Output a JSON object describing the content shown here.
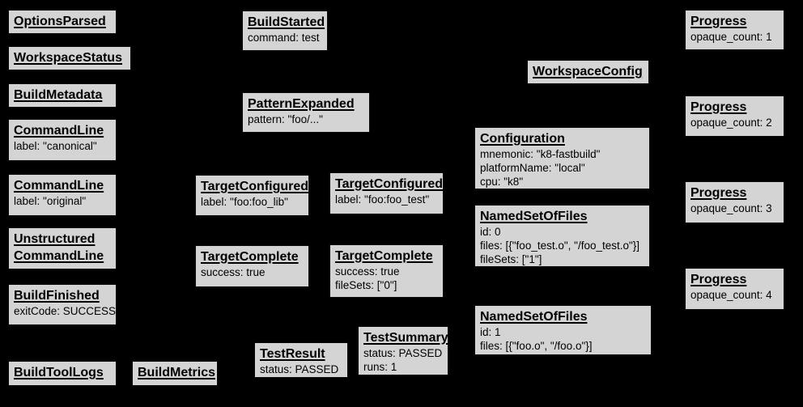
{
  "canvas": {
    "background_color": "#000000",
    "node_fill_color": "#d4d4d4",
    "node_border_color": "#0a0a0a",
    "text_color": "#000000"
  },
  "nodes": [
    {
      "title": "OptionsParsed",
      "lines": []
    },
    {
      "title": "WorkspaceStatus",
      "lines": []
    },
    {
      "title": "BuildMetadata",
      "lines": []
    },
    {
      "title": "CommandLine",
      "lines": [
        "label: \"canonical\""
      ]
    },
    {
      "title": "CommandLine",
      "lines": [
        "label: \"original\""
      ]
    },
    {
      "title": "Unstructured CommandLine",
      "lines": []
    },
    {
      "title": "BuildFinished",
      "lines": [
        "exitCode: SUCCESS"
      ]
    },
    {
      "title": "BuildToolLogs",
      "lines": []
    },
    {
      "title": "BuildMetrics",
      "lines": []
    },
    {
      "title": "BuildStarted",
      "lines": [
        "command: test"
      ]
    },
    {
      "title": "PatternExpanded",
      "lines": [
        "pattern: \"foo/...\""
      ]
    },
    {
      "title": "TargetConfigured",
      "lines": [
        "label: \"foo:foo_lib\""
      ]
    },
    {
      "title": "TargetComplete",
      "lines": [
        "success: true"
      ]
    },
    {
      "title": "TestResult",
      "lines": [
        "status: PASSED"
      ]
    },
    {
      "title": "TargetConfigured",
      "lines": [
        "label: \"foo:foo_test\""
      ]
    },
    {
      "title": "TargetComplete",
      "lines": [
        "success: true",
        "fileSets: [\"0\"]"
      ]
    },
    {
      "title": "TestSummary",
      "lines": [
        "status: PASSED",
        "runs: 1"
      ]
    },
    {
      "title": "WorkspaceConfig",
      "lines": []
    },
    {
      "title": "Configuration",
      "lines": [
        "mnemonic: \"k8-fastbuild\"",
        "platformName: \"local\"",
        "cpu: \"k8\""
      ]
    },
    {
      "title": "NamedSetOfFiles",
      "lines": [
        "id: 0",
        "files: [{\"foo_test.o\", \"/foo_test.o\"}]",
        "fileSets: [\"1\"]"
      ]
    },
    {
      "title": "NamedSetOfFiles",
      "lines": [
        "id: 1",
        "files: [{\"foo.o\", \"/foo.o\"}]"
      ]
    },
    {
      "title": "Progress",
      "lines": [
        "opaque_count: 1"
      ]
    },
    {
      "title": "Progress",
      "lines": [
        "opaque_count: 2"
      ]
    },
    {
      "title": "Progress",
      "lines": [
        "opaque_count: 3"
      ]
    },
    {
      "title": "Progress",
      "lines": [
        "opaque_count: 4"
      ]
    }
  ]
}
